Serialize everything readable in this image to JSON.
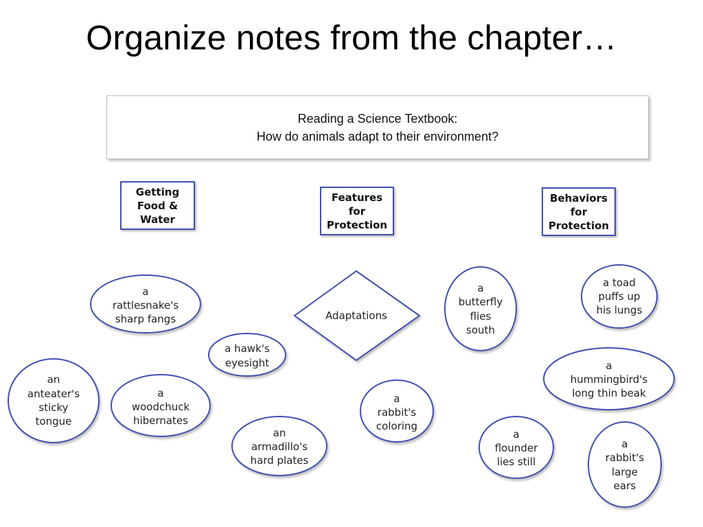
{
  "slide": {
    "title": "Organize notes from the chapter…"
  },
  "header": {
    "line1": "Reading a Science Textbook:",
    "line2": "How do animals adapt to their environment?"
  },
  "categories": [
    {
      "id": "getting",
      "lines": [
        "Getting",
        "Food &",
        "Water"
      ]
    },
    {
      "id": "features",
      "lines": [
        "Features",
        "for",
        "Protection"
      ]
    },
    {
      "id": "behaviors",
      "lines": [
        "Behaviors",
        "for",
        "Protection"
      ]
    }
  ],
  "center": {
    "label": "Adaptations"
  },
  "nodes": [
    {
      "id": "rattlesnake",
      "lines": [
        "a",
        "rattlesnake's",
        "sharp fangs"
      ]
    },
    {
      "id": "hawk",
      "lines": [
        "a hawk's",
        "eyesight"
      ]
    },
    {
      "id": "anteater",
      "lines": [
        "an",
        "anteater's",
        "sticky",
        "tongue"
      ]
    },
    {
      "id": "woodchuck",
      "lines": [
        "a",
        "woodchuck",
        "hibernates"
      ]
    },
    {
      "id": "armadillo",
      "lines": [
        "an",
        "armadillo's",
        "hard plates"
      ]
    },
    {
      "id": "rabbit-coloring",
      "lines": [
        "a",
        "rabbit's",
        "coloring"
      ]
    },
    {
      "id": "butterfly",
      "lines": [
        "a",
        "butterfly",
        "flies",
        "south"
      ]
    },
    {
      "id": "toad",
      "lines": [
        "a toad",
        "puffs up",
        "his lungs"
      ]
    },
    {
      "id": "hummingbird",
      "lines": [
        "a",
        "hummingbird's",
        "long thin beak"
      ]
    },
    {
      "id": "flounder",
      "lines": [
        "a",
        "flounder",
        "lies still"
      ]
    },
    {
      "id": "rabbit-ears",
      "lines": [
        "a",
        "rabbit's",
        "large",
        "ears"
      ]
    }
  ],
  "colors": {
    "node_border": "#3f4fb0",
    "shadow": "#b9b9b9",
    "text": "#222222"
  }
}
